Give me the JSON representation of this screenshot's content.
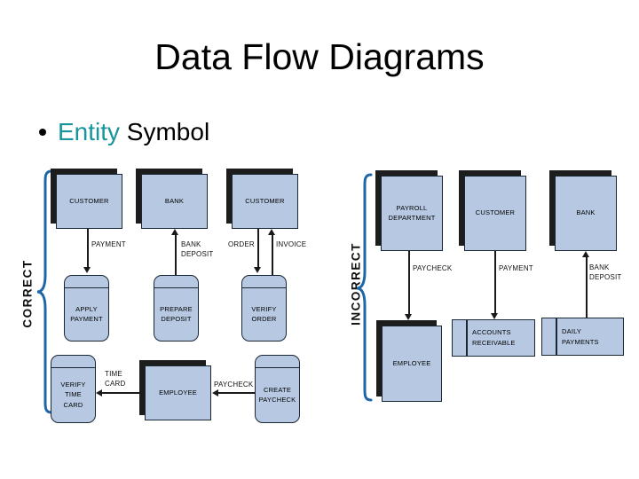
{
  "slide": {
    "title": "Data Flow Diagrams",
    "bullet": {
      "highlight": "Entity",
      "rest": " Symbol"
    }
  },
  "colors": {
    "highlight": "#17949c",
    "fill": "#b7c9e2",
    "brace": "#1f66a8",
    "shadow": "#1d1d1d",
    "line": "#1a1a1a"
  },
  "correct": {
    "label": "CORRECT",
    "entities": {
      "customer1": "CUSTOMER",
      "bank": "BANK",
      "customer2": "CUSTOMER",
      "employee": "EMPLOYEE"
    },
    "processes": {
      "apply_payment": "APPLY\nPAYMENT",
      "prepare_deposit": "PREPARE\nDEPOSIT",
      "verify_order": "VERIFY\nORDER",
      "verify_time_card": "VERIFY\nTIME\nCARD",
      "create_paycheck": "CREATE\nPAYCHECK"
    },
    "flows": {
      "payment": "PAYMENT",
      "bank_deposit": "BANK\nDEPOSIT",
      "order": "ORDER",
      "invoice": "INVOICE",
      "time_card": "TIME\nCARD",
      "paycheck": "PAYCHECK"
    }
  },
  "incorrect": {
    "label": "INCORRECT",
    "entities": {
      "payroll": "PAYROLL\nDEPARTMENT",
      "customer": "CUSTOMER",
      "bank": "BANK",
      "employee": "EMPLOYEE"
    },
    "stores": {
      "accounts_receivable": "ACCOUNTS\nRECEIVABLE",
      "daily_payments": "DAILY\nPAYMENTS"
    },
    "flows": {
      "paycheck": "PAYCHECK",
      "payment": "PAYMENT",
      "bank_deposit": "BANK\nDEPOSIT"
    }
  }
}
